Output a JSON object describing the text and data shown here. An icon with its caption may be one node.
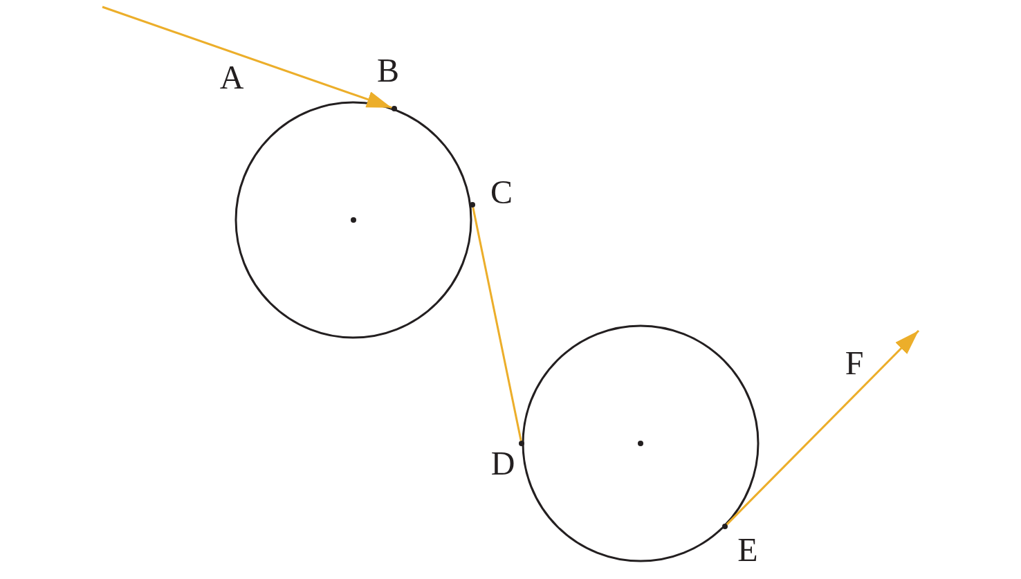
{
  "diagram": {
    "nodes": [
      {
        "text": [],
        "shape": "circle"
      },
      {
        "text": [],
        "shape": "circle"
      },
      {
        "text": [],
        "shape": "point",
        "beside": [
          "B"
        ]
      },
      {
        "text": [],
        "shape": "point",
        "beside": [
          "C"
        ]
      },
      {
        "text": [],
        "shape": "point",
        "beside": [
          "D"
        ]
      },
      {
        "text": [],
        "shape": "point",
        "beside": [
          "E"
        ]
      }
    ],
    "edges": [
      {
        "from": null,
        "to": 2,
        "arrow": "to"
      },
      {
        "from": 3,
        "to": 4,
        "arrow": "none"
      },
      {
        "from": 5,
        "to": null,
        "arrow": "to"
      }
    ],
    "labels": [
      "A",
      "F"
    ]
  }
}
